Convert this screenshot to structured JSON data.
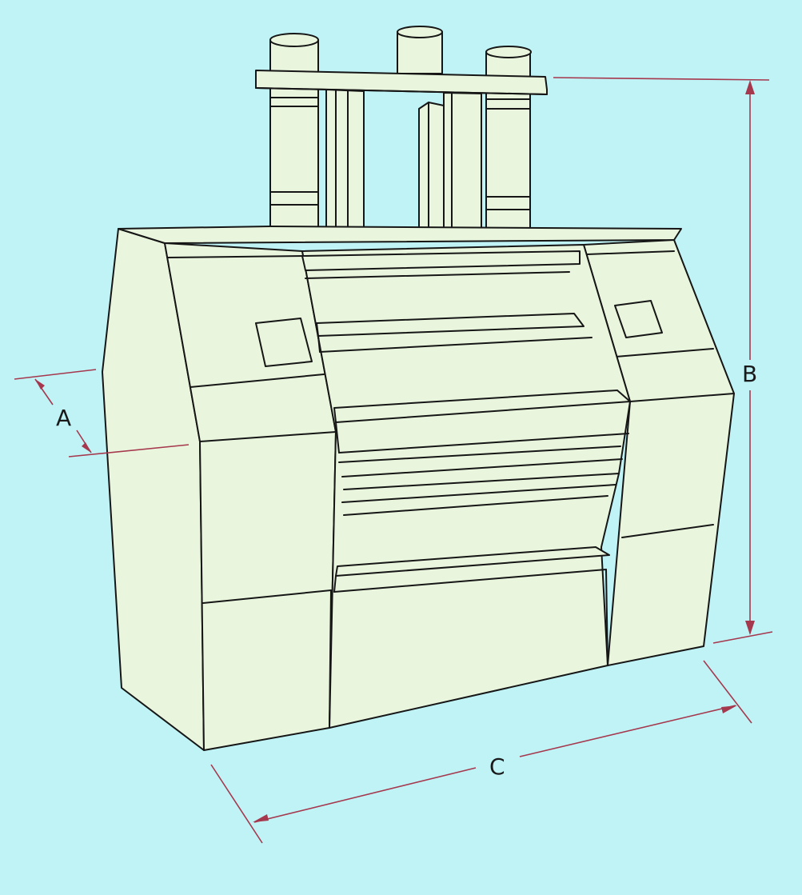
{
  "colors": {
    "background": "#bff3f6",
    "machine_fill": "#e9f6dd",
    "outline": "#161616",
    "dimension_line": "#a6384e"
  },
  "dimensions": {
    "a_label": "A",
    "b_label": "B",
    "c_label": "C"
  }
}
